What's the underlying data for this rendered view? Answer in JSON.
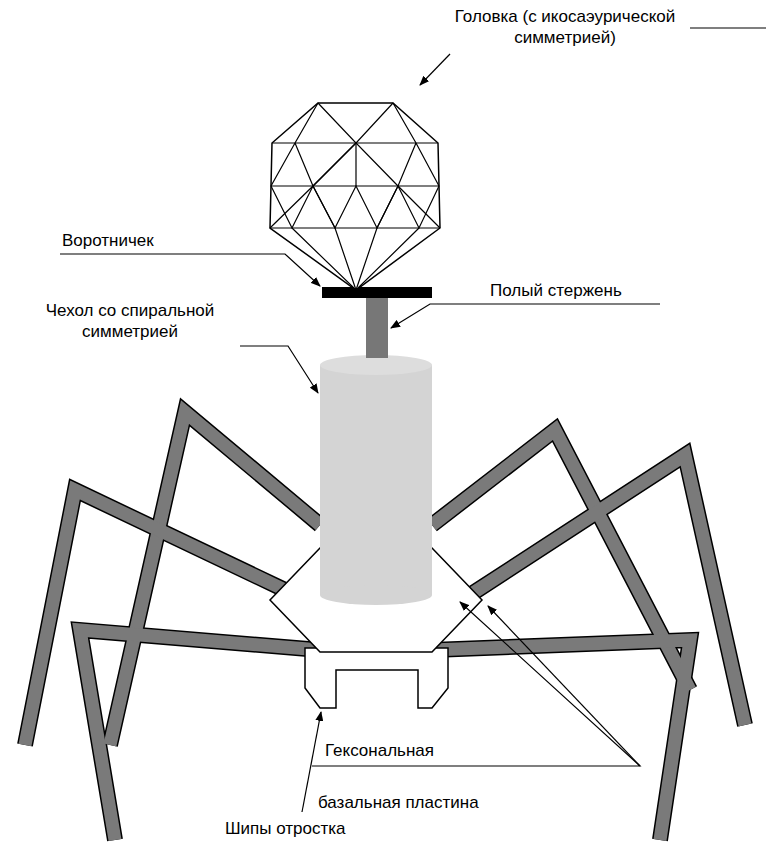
{
  "diagram": {
    "labels": [
      "Головка (с икосаэурической симметрией)",
      "Воротничек",
      "Полый стержень",
      "Чехол со спиральной симметрией",
      "Гексональная",
      "базальная пластина",
      "Шипы отростка"
    ]
  }
}
